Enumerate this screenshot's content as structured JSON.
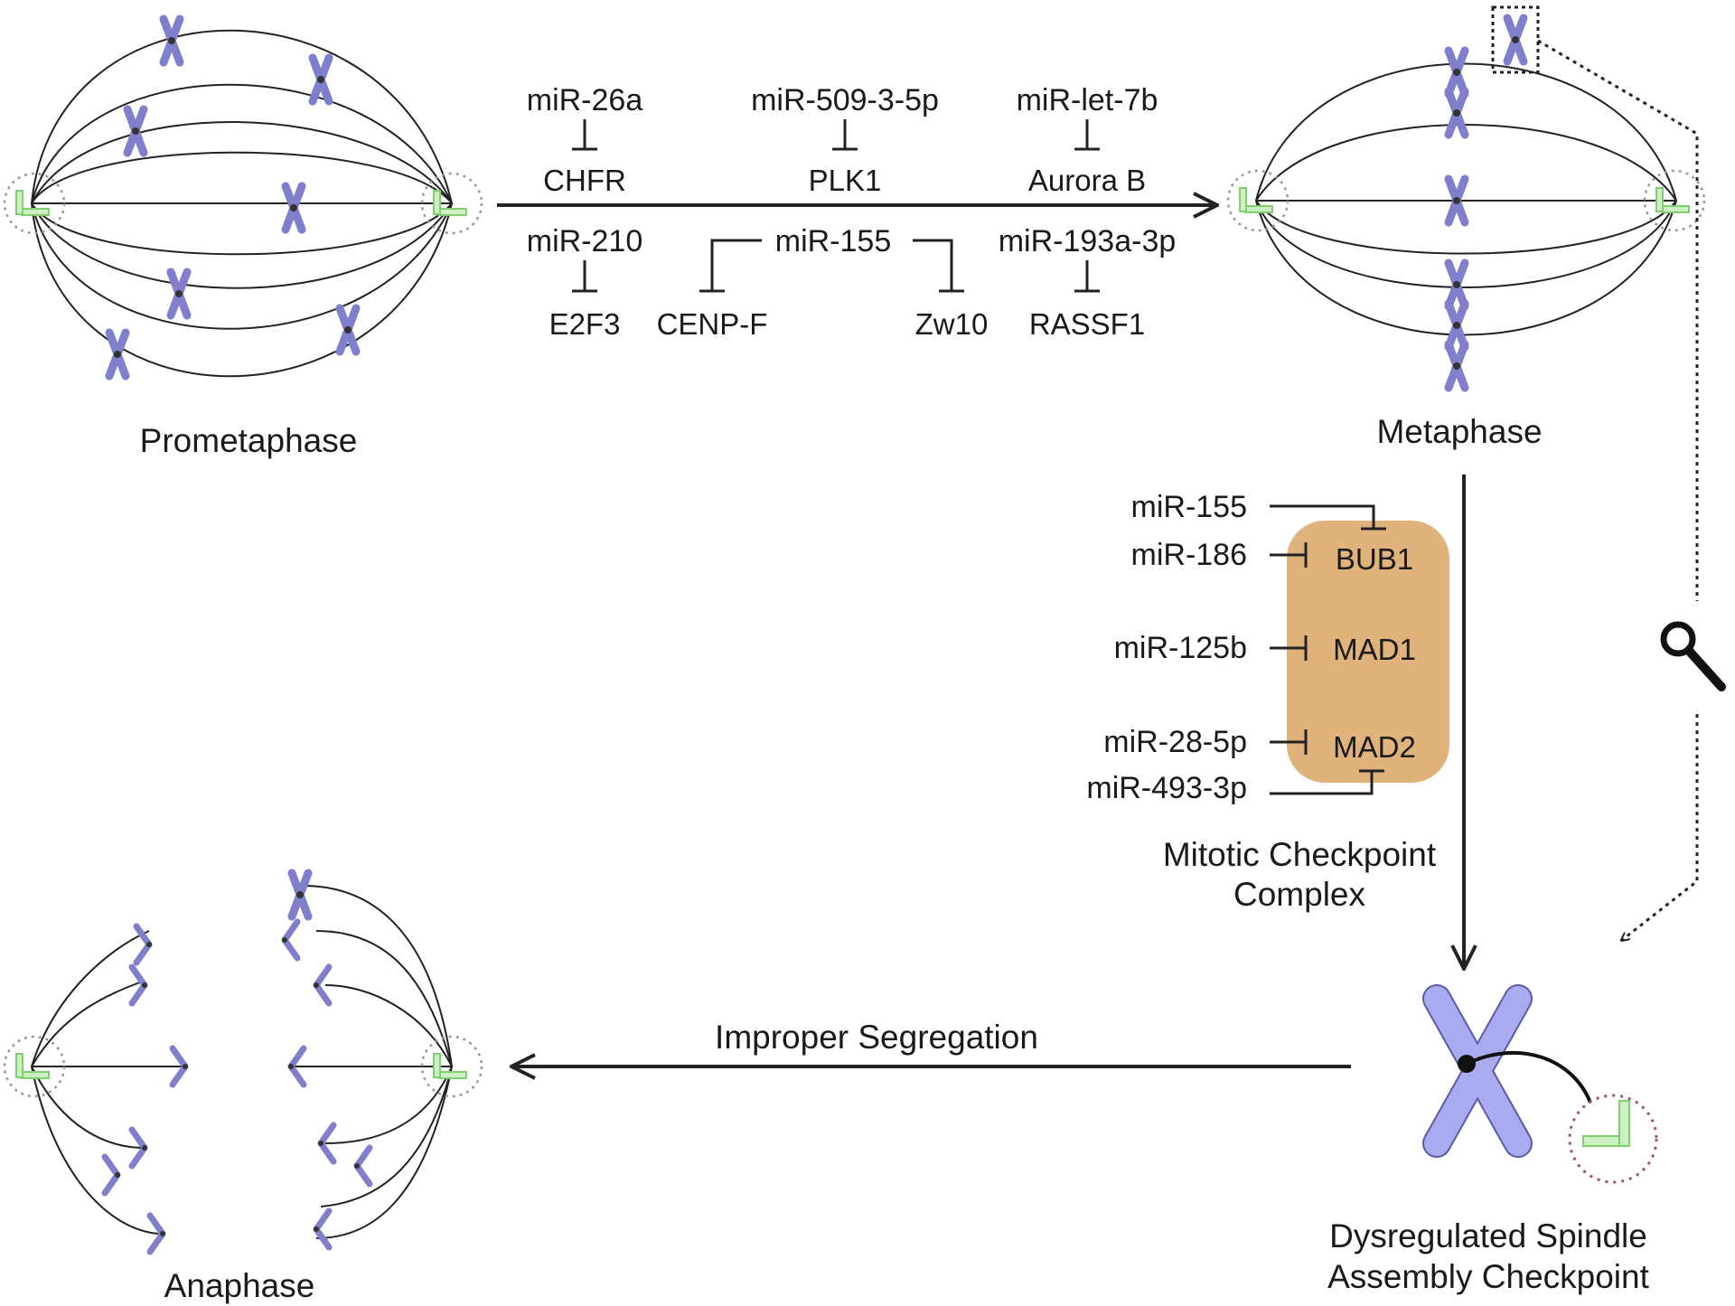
{
  "stages": {
    "prometaphase": "Prometaphase",
    "metaphase": "Metaphase",
    "anaphase": "Anaphase",
    "sac": "Dysregulated Spindle\nAssembly Checkpoint"
  },
  "arrows": {
    "improper_segregation": "Improper Segregation"
  },
  "interactions_top": [
    {
      "mirna": "miR-26a",
      "target": "CHFR"
    },
    {
      "mirna": "miR-509-3-5p",
      "target": "PLK1"
    },
    {
      "mirna": "miR-let-7b",
      "target": "Aurora B"
    },
    {
      "mirna": "miR-210",
      "target": "E2F3"
    },
    {
      "mirna": "miR-155",
      "target_left": "CENP-F",
      "target_right": "Zw10"
    },
    {
      "mirna": "miR-193a-3p",
      "target": "RASSF1"
    }
  ],
  "mcc": {
    "title": "Mitotic Checkpoint\nComplex",
    "proteins": [
      "BUB1",
      "MAD1",
      "MAD2"
    ],
    "regulators": [
      "miR-155",
      "miR-186",
      "miR-125b",
      "miR-28-5p",
      "miR-493-3p"
    ],
    "box_color": "#e0b37c"
  },
  "colors": {
    "chromosome": "#8f8fd6",
    "chromosome_dark": "#5b5ba8",
    "centrosome": "#7fcf6e",
    "line": "#222222"
  },
  "icons": [
    "magnifier-icon"
  ]
}
